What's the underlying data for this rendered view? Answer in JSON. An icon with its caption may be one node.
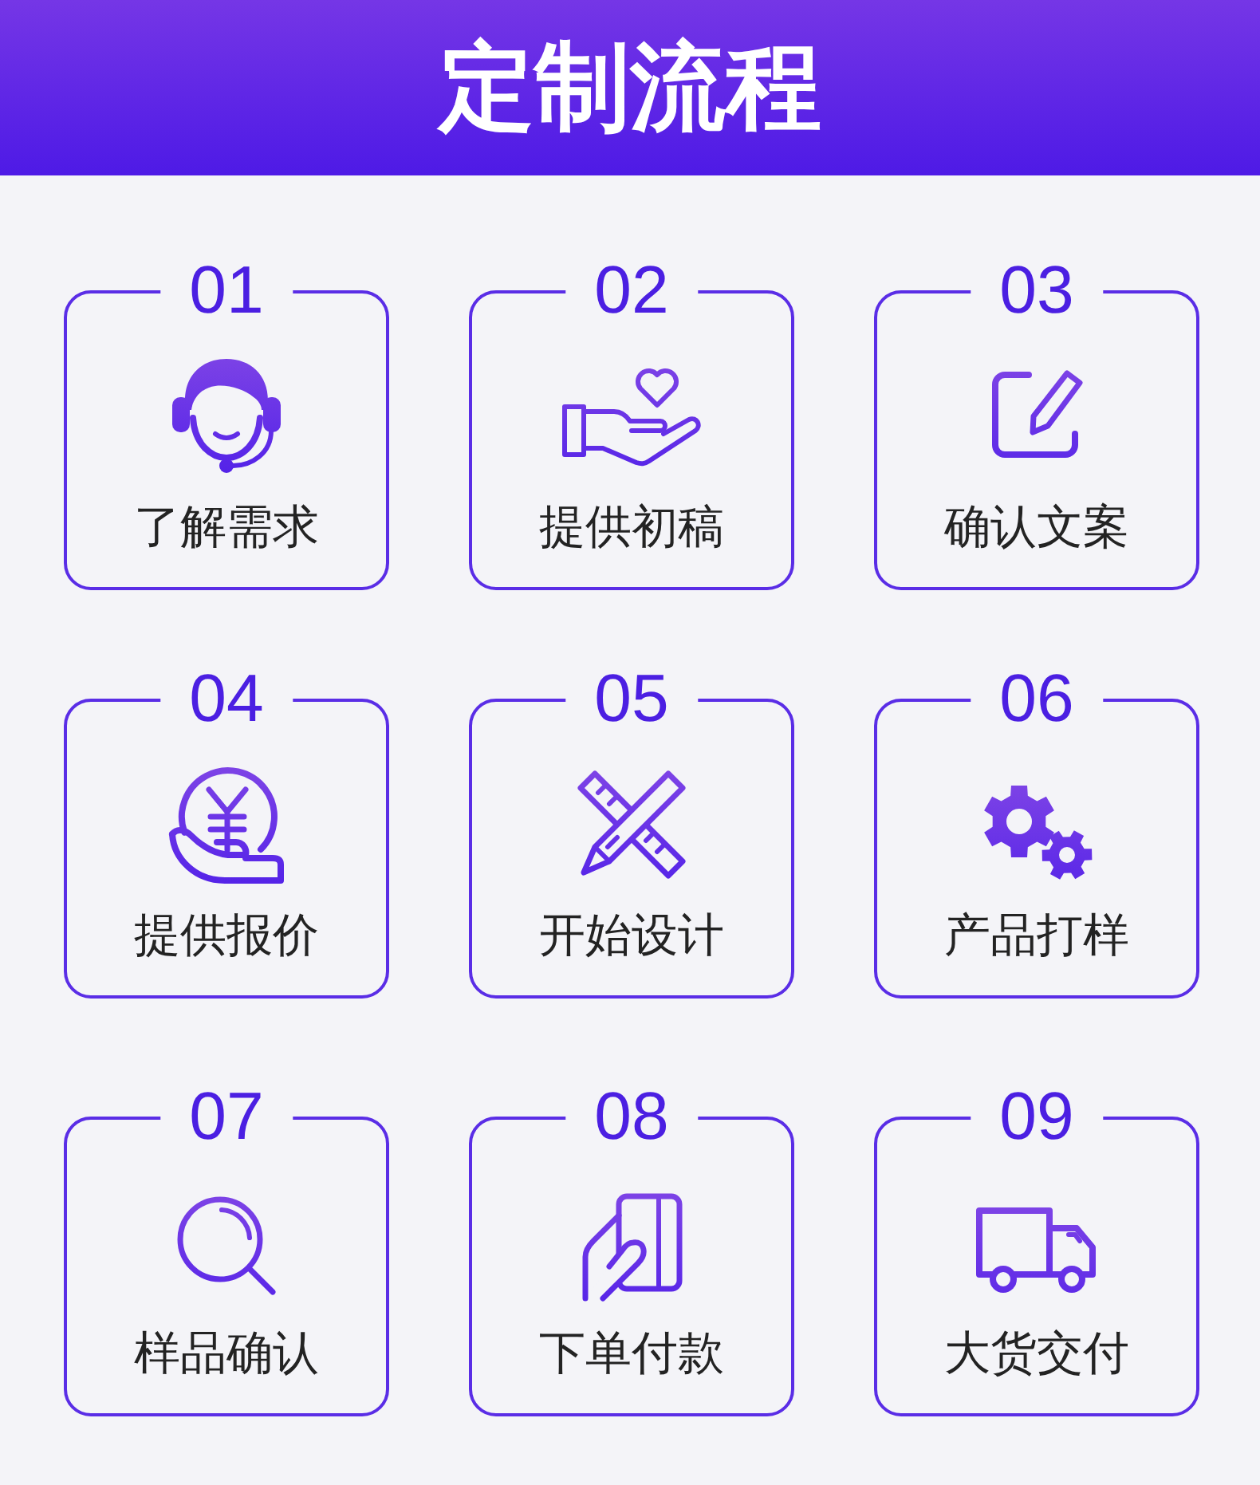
{
  "diagram": {
    "title": "定制流程",
    "nodes": [
      {
        "text": [
          "01",
          "了解需求"
        ]
      },
      {
        "text": [
          "02",
          "提供初稿"
        ]
      },
      {
        "text": [
          "03",
          "确认文案"
        ]
      },
      {
        "text": [
          "04",
          "提供报价"
        ]
      },
      {
        "text": [
          "05",
          "开始设计"
        ]
      },
      {
        "text": [
          "06",
          "产品打样"
        ]
      },
      {
        "text": [
          "07",
          "样品确认"
        ]
      },
      {
        "text": [
          "08",
          "下单付款"
        ]
      },
      {
        "text": [
          "09",
          "大货交付"
        ]
      }
    ]
  }
}
